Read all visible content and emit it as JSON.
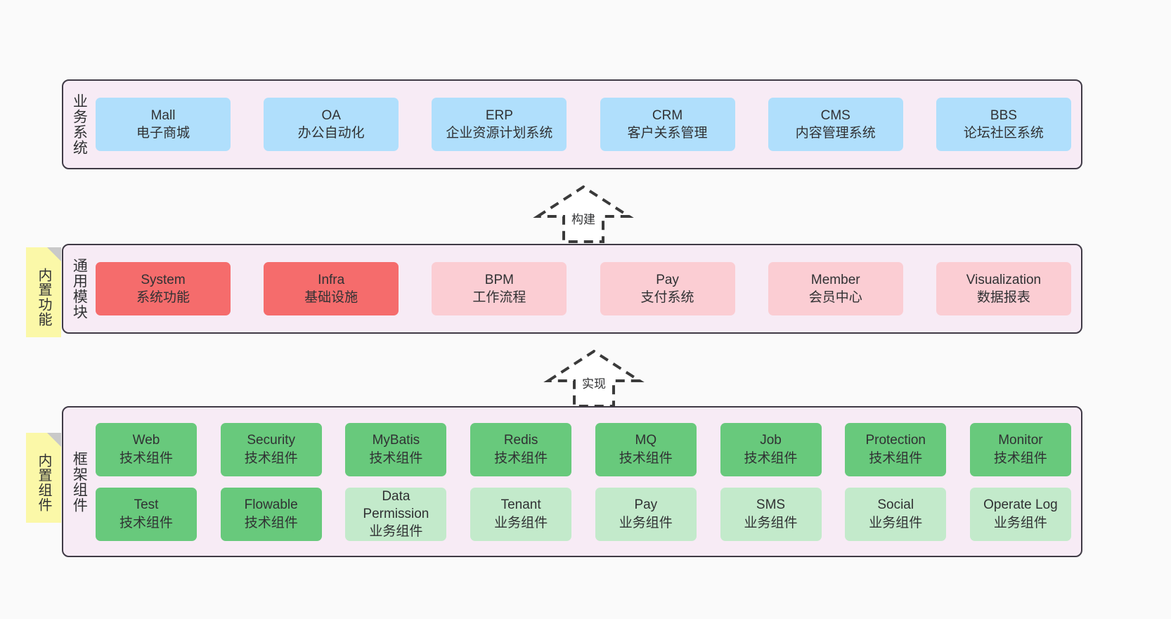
{
  "diagram": {
    "background": "#fafafa",
    "colors": {
      "layer_fill": "#f7ebf5",
      "layer_border": "#3f3a45",
      "business_card": "#b0dffc",
      "module_strong": "#f56c6c",
      "module_soft": "#fbcdd3",
      "tech_component": "#68c97c",
      "biz_component": "#c3eacb",
      "note_fill": "#fbf8a8",
      "note_fold": "#c9c9c9"
    },
    "layers": [
      {
        "id": "business-system",
        "title": "业务系统",
        "rows": [
          [
            {
              "en": "Mall",
              "cn": "电子商城",
              "style": "c-blue"
            },
            {
              "en": "OA",
              "cn": "办公自动化",
              "style": "c-blue"
            },
            {
              "en": "ERP",
              "cn": "企业资源计划系统",
              "style": "c-blue"
            },
            {
              "en": "CRM",
              "cn": "客户关系管理",
              "style": "c-blue"
            },
            {
              "en": "CMS",
              "cn": "内容管理系统",
              "style": "c-blue"
            },
            {
              "en": "BBS",
              "cn": "论坛社区系统",
              "style": "c-blue"
            }
          ]
        ]
      },
      {
        "id": "common-module",
        "title": "通用模块",
        "note": "内置功能",
        "rows": [
          [
            {
              "en": "System",
              "cn": "系统功能",
              "style": "c-red"
            },
            {
              "en": "Infra",
              "cn": "基础设施",
              "style": "c-red"
            },
            {
              "en": "BPM",
              "cn": "工作流程",
              "style": "c-pink"
            },
            {
              "en": "Pay",
              "cn": "支付系统",
              "style": "c-pink"
            },
            {
              "en": "Member",
              "cn": "会员中心",
              "style": "c-pink"
            },
            {
              "en": "Visualization",
              "cn": "数据报表",
              "style": "c-pink"
            }
          ]
        ]
      },
      {
        "id": "framework-component",
        "title": "框架组件",
        "note": "内置组件",
        "rows": [
          [
            {
              "en": "Web",
              "cn": "技术组件",
              "style": "c-green"
            },
            {
              "en": "Security",
              "cn": "技术组件",
              "style": "c-green"
            },
            {
              "en": "MyBatis",
              "cn": "技术组件",
              "style": "c-green"
            },
            {
              "en": "Redis",
              "cn": "技术组件",
              "style": "c-green"
            },
            {
              "en": "MQ",
              "cn": "技术组件",
              "style": "c-green"
            },
            {
              "en": "Job",
              "cn": "技术组件",
              "style": "c-green"
            },
            {
              "en": "Protection",
              "cn": "技术组件",
              "style": "c-green"
            },
            {
              "en": "Monitor",
              "cn": "技术组件",
              "style": "c-green"
            }
          ],
          [
            {
              "en": "Test",
              "cn": "技术组件",
              "style": "c-green"
            },
            {
              "en": "Flowable",
              "cn": "技术组件",
              "style": "c-green"
            },
            {
              "en": "Data Permission",
              "cn": "业务组件",
              "style": "c-lightgreen"
            },
            {
              "en": "Tenant",
              "cn": "业务组件",
              "style": "c-lightgreen"
            },
            {
              "en": "Pay",
              "cn": "业务组件",
              "style": "c-lightgreen"
            },
            {
              "en": "SMS",
              "cn": "业务组件",
              "style": "c-lightgreen"
            },
            {
              "en": "Social",
              "cn": "业务组件",
              "style": "c-lightgreen"
            },
            {
              "en": "Operate Log",
              "cn": "业务组件",
              "style": "c-lightgreen"
            }
          ]
        ]
      }
    ],
    "connectors": [
      {
        "id": "build",
        "label": "构建"
      },
      {
        "id": "implement",
        "label": "实现"
      }
    ]
  }
}
